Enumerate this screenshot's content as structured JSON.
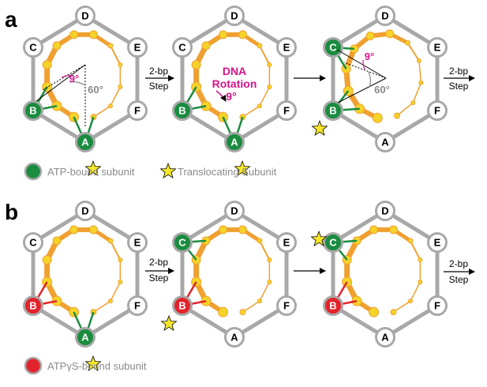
{
  "panels": [
    {
      "letter": "a"
    },
    {
      "letter": "b"
    }
  ],
  "subunit_labels": [
    "A",
    "B",
    "C",
    "D",
    "E",
    "F"
  ],
  "step_label": [
    "2-bp",
    "Step"
  ],
  "annotations": {
    "dna_rotation": [
      "DNA",
      "Rotation",
      "9°"
    ],
    "angle_small": "9°",
    "angle_large": "60°"
  },
  "legend": {
    "atp_bound": "ATP-bound subunit",
    "translocating": "Translocating Subunit",
    "atpgs_bound": "ATPγS-bound subunit"
  },
  "colors": {
    "atp_bound": "#1a8c3f",
    "atpgs_bound": "#e3232b",
    "empty_subunit": "#ffffff",
    "hexagon": "#a8a8a8",
    "dna": "#f0a030",
    "dna_node": "#f5d328",
    "star": "#f5e62a",
    "annotation": "#d6138a"
  },
  "diagrams": [
    {
      "panel": "a",
      "states": {
        "A": "atp",
        "B": "atp",
        "C": "empty",
        "D": "empty",
        "E": "empty",
        "F": "empty"
      },
      "star_at": "A"
    },
    {
      "panel": "a",
      "states": {
        "A": "atp",
        "B": "atp",
        "C": "empty",
        "D": "empty",
        "E": "empty",
        "F": "empty"
      },
      "star_at": "A"
    },
    {
      "panel": "a",
      "states": {
        "A": "empty",
        "B": "atp",
        "C": "atp",
        "D": "empty",
        "E": "empty",
        "F": "empty"
      },
      "star_at": "B"
    },
    {
      "panel": "b",
      "states": {
        "A": "atp",
        "B": "atpgs",
        "C": "empty",
        "D": "empty",
        "E": "empty",
        "F": "empty"
      },
      "star_at": "A"
    },
    {
      "panel": "b",
      "states": {
        "A": "empty",
        "B": "atpgs",
        "C": "atp",
        "D": "empty",
        "E": "empty",
        "F": "empty"
      },
      "star_at": "B"
    },
    {
      "panel": "b",
      "states": {
        "A": "empty",
        "B": "atpgs",
        "C": "atp",
        "D": "empty",
        "E": "empty",
        "F": "empty"
      },
      "star_at": "C"
    }
  ]
}
